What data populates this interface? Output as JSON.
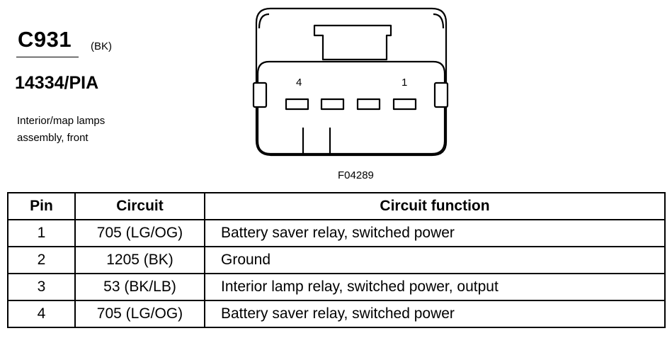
{
  "connector": {
    "code": "C931",
    "color": "(BK)",
    "part_number": "14334/PIA",
    "description_line1": "Interior/map lamps",
    "description_line2": "assembly, front"
  },
  "diagram": {
    "pin_label_left": "4",
    "pin_label_right": "1",
    "figure_id": "F04289"
  },
  "table": {
    "headers": {
      "pin": "Pin",
      "circuit": "Circuit",
      "function": "Circuit function"
    },
    "rows": [
      {
        "pin": "1",
        "circuit": "705 (LG/OG)",
        "function": "Battery saver relay, switched power"
      },
      {
        "pin": "2",
        "circuit": "1205 (BK)",
        "function": "Ground"
      },
      {
        "pin": "3",
        "circuit": "53 (BK/LB)",
        "function": "Interior lamp relay, switched power, output"
      },
      {
        "pin": "4",
        "circuit": "705 (LG/OG)",
        "function": "Battery saver relay, switched power"
      }
    ]
  }
}
